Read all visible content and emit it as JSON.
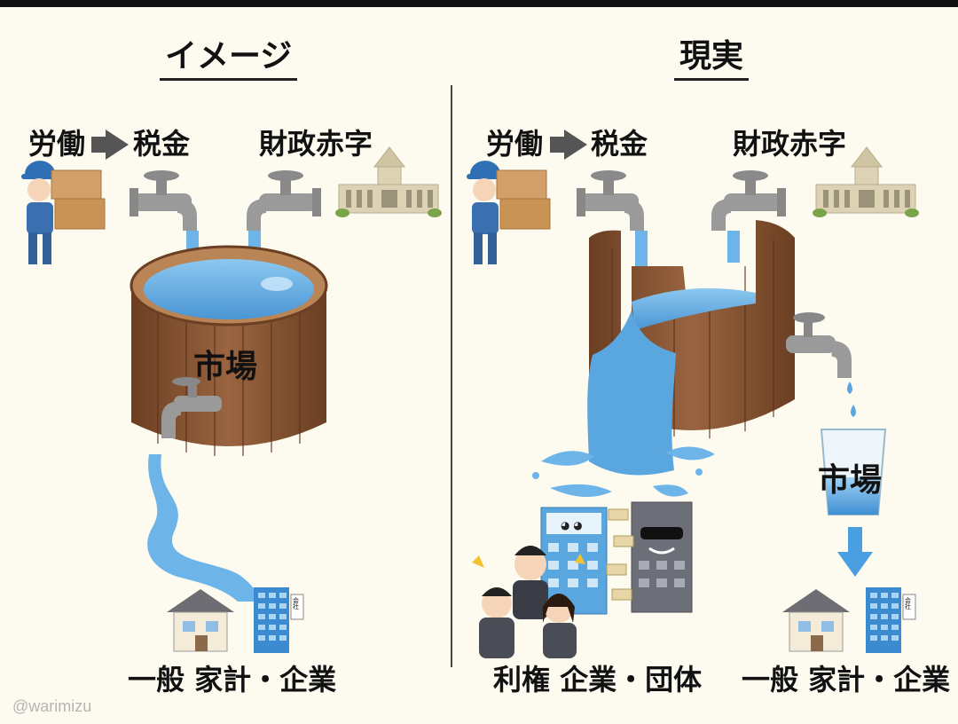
{
  "left": {
    "title": "イメージ",
    "labor": "労働",
    "tax": "税金",
    "deficit": "財政赤字",
    "market": "市場",
    "recipients": "一般 家計・企業"
  },
  "right": {
    "title": "現実",
    "labor": "労働",
    "tax": "税金",
    "deficit": "財政赤字",
    "market": "市場",
    "privileged": "利権 企業・団体",
    "recipients": "一般 家計・企業"
  },
  "watermark": "@warimizu",
  "company_sign": "会社",
  "colors": {
    "water": "#5aa6de",
    "wood": "#8a5a3a",
    "faucet": "#9a9a9a",
    "background": "#fdfbf0"
  }
}
